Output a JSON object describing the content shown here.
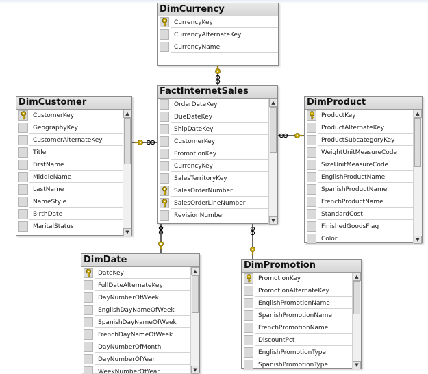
{
  "tables": {
    "currency": {
      "name": "DimCurrency",
      "columns": [
        {
          "name": "CurrencyKey",
          "pk": true
        },
        {
          "name": "CurrencyAlternateKey",
          "pk": false
        },
        {
          "name": "CurrencyName",
          "pk": false
        }
      ]
    },
    "fact": {
      "name": "FactInternetSales",
      "scroll_position": 0,
      "columns": [
        {
          "name": "OrderDateKey",
          "pk": false
        },
        {
          "name": "DueDateKey",
          "pk": false
        },
        {
          "name": "ShipDateKey",
          "pk": false
        },
        {
          "name": "CustomerKey",
          "pk": false
        },
        {
          "name": "PromotionKey",
          "pk": false
        },
        {
          "name": "CurrencyKey",
          "pk": false
        },
        {
          "name": "SalesTerritoryKey",
          "pk": false
        },
        {
          "name": "SalesOrderNumber",
          "pk": true
        },
        {
          "name": "SalesOrderLineNumber",
          "pk": true
        },
        {
          "name": "RevisionNumber",
          "pk": false
        }
      ]
    },
    "customer": {
      "name": "DimCustomer",
      "scroll_position": 0,
      "columns": [
        {
          "name": "CustomerKey",
          "pk": true
        },
        {
          "name": "GeographyKey",
          "pk": false
        },
        {
          "name": "CustomerAlternateKey",
          "pk": false
        },
        {
          "name": "Title",
          "pk": false
        },
        {
          "name": "FirstName",
          "pk": false
        },
        {
          "name": "MiddleName",
          "pk": false
        },
        {
          "name": "LastName",
          "pk": false
        },
        {
          "name": "NameStyle",
          "pk": false
        },
        {
          "name": "BirthDate",
          "pk": false
        },
        {
          "name": "MaritalStatus",
          "pk": false
        }
      ]
    },
    "product": {
      "name": "DimProduct",
      "scroll_position": 0,
      "columns": [
        {
          "name": "ProductKey",
          "pk": true
        },
        {
          "name": "ProductAlternateKey",
          "pk": false
        },
        {
          "name": "ProductSubcategoryKey",
          "pk": false
        },
        {
          "name": "WeightUnitMeasureCode",
          "pk": false
        },
        {
          "name": "SizeUnitMeasureCode",
          "pk": false
        },
        {
          "name": "EnglishProductName",
          "pk": false
        },
        {
          "name": "SpanishProductName",
          "pk": false
        },
        {
          "name": "FrenchProductName",
          "pk": false
        },
        {
          "name": "StandardCost",
          "pk": false
        },
        {
          "name": "FinishedGoodsFlag",
          "pk": false
        },
        {
          "name": "Color",
          "pk": false
        }
      ]
    },
    "date": {
      "name": "DimDate",
      "scroll_position": 0,
      "columns": [
        {
          "name": "DateKey",
          "pk": true
        },
        {
          "name": "FullDateAlternateKey",
          "pk": false
        },
        {
          "name": "DayNumberOfWeek",
          "pk": false
        },
        {
          "name": "EnglishDayNameOfWeek",
          "pk": false
        },
        {
          "name": "SpanishDayNameOfWeek",
          "pk": false
        },
        {
          "name": "FrenchDayNameOfWeek",
          "pk": false
        },
        {
          "name": "DayNumberOfMonth",
          "pk": false
        },
        {
          "name": "DayNumberOfYear",
          "pk": false
        },
        {
          "name": "WeekNumberOfYear",
          "pk": false
        }
      ]
    },
    "promotion": {
      "name": "DimPromotion",
      "scroll_position": 0,
      "columns": [
        {
          "name": "PromotionKey",
          "pk": true
        },
        {
          "name": "PromotionAlternateKey",
          "pk": false
        },
        {
          "name": "EnglishPromotionName",
          "pk": false
        },
        {
          "name": "SpanishPromotionName",
          "pk": false
        },
        {
          "name": "FrenchPromotionName",
          "pk": false
        },
        {
          "name": "DiscountPct",
          "pk": false
        },
        {
          "name": "EnglishPromotionType",
          "pk": false
        },
        {
          "name": "SpanishPromotionType",
          "pk": false
        }
      ]
    }
  },
  "relationships": [
    {
      "from": "fact",
      "to": "currency",
      "one_end": "currency",
      "many_end": "fact"
    },
    {
      "from": "fact",
      "to": "customer",
      "one_end": "customer",
      "many_end": "fact"
    },
    {
      "from": "fact",
      "to": "product",
      "one_end": "product",
      "many_end": "fact"
    },
    {
      "from": "fact",
      "to": "date",
      "one_end": "date",
      "many_end": "fact"
    },
    {
      "from": "fact",
      "to": "promotion",
      "one_end": "promotion",
      "many_end": "fact"
    }
  ],
  "colors": {
    "key_icon": "#c9a800",
    "relationship_line": "#000000",
    "title_bar": "#dcdcdc"
  }
}
